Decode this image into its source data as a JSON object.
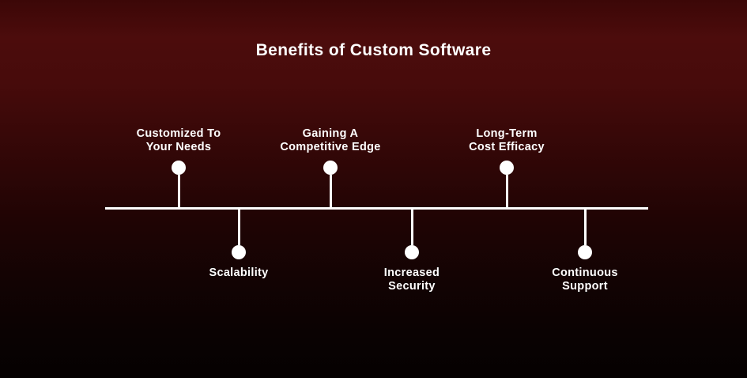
{
  "title": "Benefits of Custom Software",
  "timeline": {
    "top_items": [
      {
        "label": "Customized To\nYour Needs"
      },
      {
        "label": "Gaining A\nCompetitive Edge"
      },
      {
        "label": "Long-Term\nCost Efficacy"
      }
    ],
    "bottom_items": [
      {
        "label": "Scalability"
      },
      {
        "label": "Increased\nSecurity"
      },
      {
        "label": "Continuous\nSupport"
      }
    ]
  },
  "colors": {
    "background_top": "#4c0c0c",
    "background_bottom": "#050101",
    "axis_line": "#ffffff",
    "node_fill": "#ffffff",
    "text": "#ffffff"
  }
}
